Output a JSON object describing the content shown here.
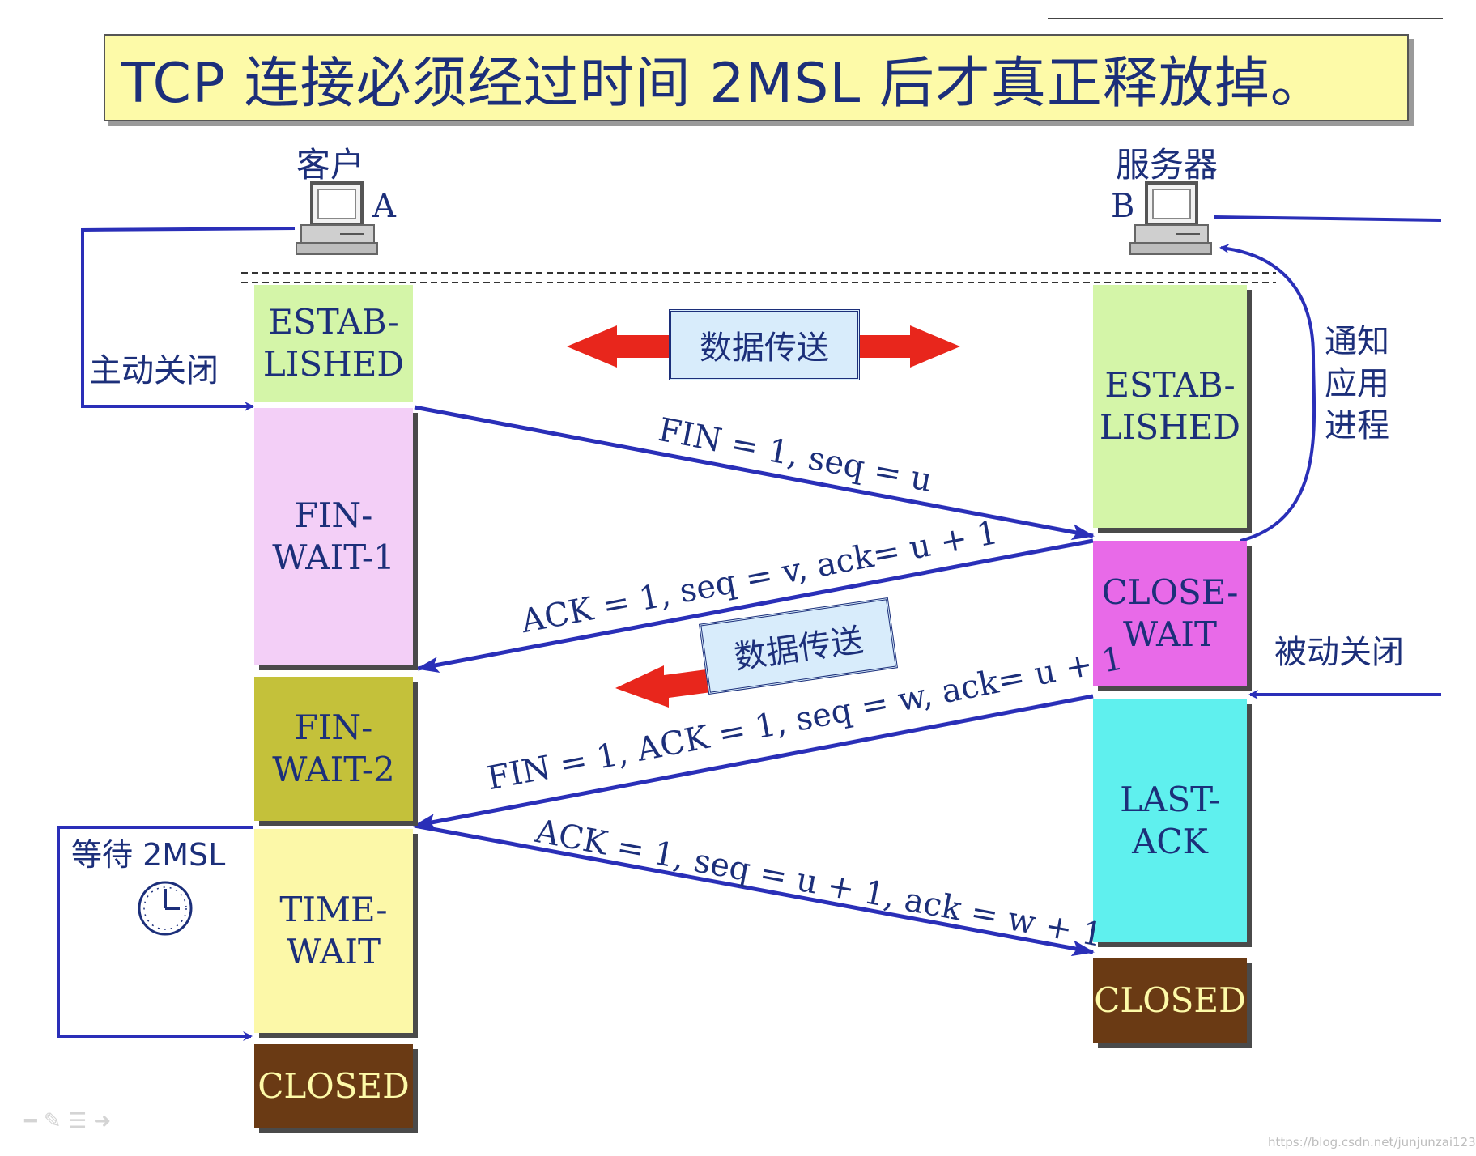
{
  "title": "TCP 连接必须经过时间 2MSL 后才真正释放掉。",
  "client": {
    "label": "客户",
    "letter": "A"
  },
  "server": {
    "label": "服务器",
    "letter": "B"
  },
  "client_states": [
    {
      "label": "ESTAB-\nLISHED"
    },
    {
      "label": "FIN-\nWAIT-1"
    },
    {
      "label": "FIN-\nWAIT-2"
    },
    {
      "label": "TIME-\nWAIT"
    },
    {
      "label": "CLOSED"
    }
  ],
  "server_states": [
    {
      "label": "ESTAB-\nLISHED"
    },
    {
      "label": "CLOSE-\nWAIT"
    },
    {
      "label": "LAST-\nACK"
    },
    {
      "label": "CLOSED"
    }
  ],
  "notes": {
    "active_close": "主动关闭",
    "notify_app": "通知\n应用\n进程",
    "passive_close": "被动关闭",
    "wait_2msl": "等待 2MSL"
  },
  "data_transfer": [
    "数据传送",
    "数据传送"
  ],
  "messages": [
    "FIN = 1, seq = u",
    "ACK = 1, seq = v, ack= u + 1",
    "FIN = 1, ACK = 1, seq = w, ack= u + 1",
    "ACK = 1, seq = u + 1, ack = w + 1"
  ],
  "colors": {
    "line_blue": "#2a2fb8",
    "arrow_red": "#e8261c",
    "text_navy": "#1c2f7a"
  },
  "watermark": "https://blog.csdn.net/junjunzai123"
}
